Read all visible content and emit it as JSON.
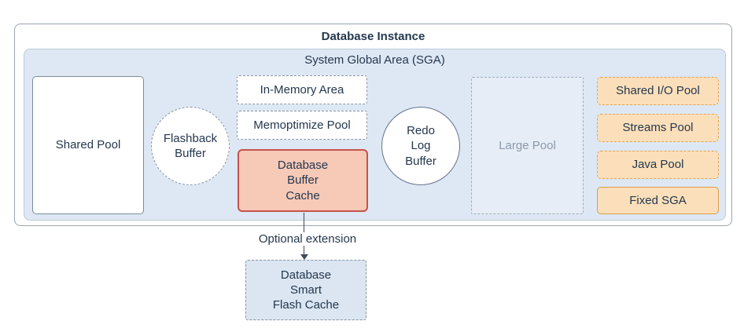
{
  "colors": {
    "outer_border": "#9aa4af",
    "sga_fill": "#dee8f4",
    "sga_border": "#bccadb",
    "node_border_solid": "#7d8b99",
    "node_border_dashed": "#8794a2",
    "buffer_cache_fill": "#f7c9b7",
    "buffer_cache_border": "#c5534d",
    "orange_pool_fill": "#fbdfba",
    "orange_pool_border": "#e2a455",
    "fixed_sga_border": "#db9c49",
    "large_pool_fill": "#e6edf6",
    "large_pool_text": "#8c98a9",
    "flash_cache_fill": "#dbe6f2",
    "text": "#24374e",
    "arrow": "#3f4b59"
  },
  "instance": {
    "title": "Database Instance",
    "sga": {
      "title": "System Global Area (SGA)",
      "nodes": {
        "shared_pool": "Shared Pool",
        "flashback_buffer": "Flashback\nBuffer",
        "in_memory_area": "In-Memory Area",
        "memoptimize_pool": "Memoptimize Pool",
        "database_buffer_cache": "Database\nBuffer\nCache",
        "redo_log_buffer": "Redo\nLog\nBuffer",
        "large_pool": "Large Pool",
        "shared_io_pool": "Shared I/O Pool",
        "streams_pool": "Streams Pool",
        "java_pool": "Java Pool",
        "fixed_sga": "Fixed SGA"
      }
    }
  },
  "extension": {
    "arrow_label": "Optional extension",
    "flash_cache": "Database\nSmart\nFlash Cache"
  }
}
